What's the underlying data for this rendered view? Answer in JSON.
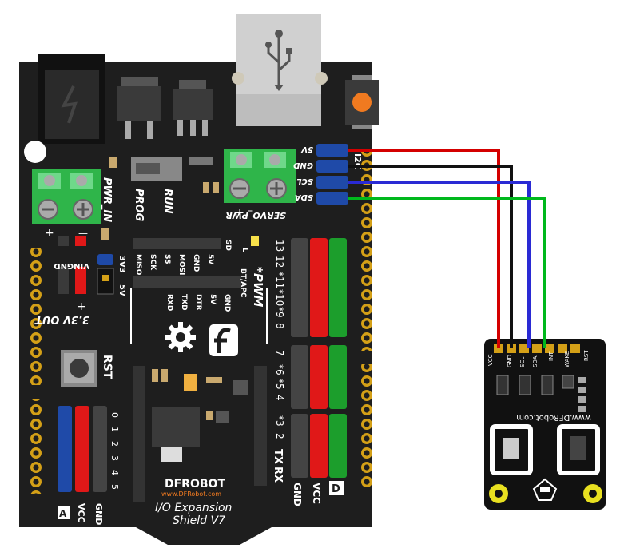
{
  "shield": {
    "brand": "DFROBOT",
    "url": "www.DFRobot.com",
    "model_line1": "I/O Expansion",
    "model_line2": "Shield V7",
    "i2c_label": "I2C",
    "i2c_pins": [
      "5V",
      "GND",
      "SCL",
      "SDA"
    ],
    "pwr_in": "PWR_IN",
    "servo_pwr": "SERVO_PWR",
    "prog": "PROG",
    "run": "RUN",
    "pwm": "*PWM",
    "bt_apc": "BT/APC",
    "spi_labels": [
      "MISO",
      "SCK",
      "SS",
      "MOSI",
      "GND",
      "5V"
    ],
    "sd": "SD",
    "uart_labels": [
      "RXD",
      "TXD",
      "DTR",
      "5V",
      "GND"
    ],
    "vcc_select": [
      "3V3",
      "5V"
    ],
    "vin_gnd": "VINGND",
    "out_33": "3.3V OUT",
    "rst": "RST",
    "led_l": "L",
    "digital_labels": [
      "13",
      "12",
      "*11",
      "*10",
      "*9",
      "8",
      "7",
      "*6",
      "*5",
      "4",
      "*3",
      "2",
      "TX",
      "RX"
    ],
    "analog_labels": [
      "0",
      "1",
      "2",
      "3",
      "4",
      "5"
    ],
    "bottom_labels": [
      "GND",
      "VCC",
      "D"
    ],
    "analog_bottom": [
      "A",
      "VCC",
      "GND"
    ],
    "plus": "+",
    "minus": "—"
  },
  "sensor": {
    "pins": [
      "VCC",
      "GND",
      "SCL",
      "SDA",
      "INT",
      "WAKE",
      "RST"
    ],
    "url": "www.DFRobot.com"
  },
  "wires": [
    {
      "from": "5V",
      "to": "VCC",
      "color": "#d40000"
    },
    {
      "from": "GND",
      "to": "GND",
      "color": "#111111"
    },
    {
      "from": "SCL",
      "to": "SCL",
      "color": "#2a2ad4"
    },
    {
      "from": "SDA",
      "to": "SDA",
      "color": "#00b81c"
    }
  ],
  "colors": {
    "board": "#1e1e1e",
    "header_gold": "#d4a017",
    "terminal_green": "#2fb54a",
    "pin_red": "#e01818",
    "pin_green": "#1c9e2c",
    "pin_blue": "#1f4aa8",
    "button_orange": "#f07a20"
  }
}
